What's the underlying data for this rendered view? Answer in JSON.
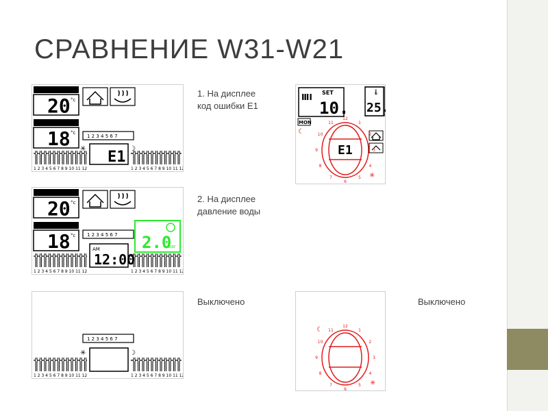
{
  "title": "СРАВНЕНИЕ W31-W21",
  "captions": {
    "c1_line1": "1. На дисплее",
    "c1_line2": "код ошибки E1",
    "c2_line1": "2. На дисплее",
    "c2_line2": "давление воды",
    "c3": "Выключено",
    "c4": "Выключено"
  },
  "w31_display_1": {
    "heating_temp": "20",
    "water_temp": "18",
    "days": "1 2 3 4 5 6 7",
    "error_code": "E1",
    "hour_numbers": "1 2 3 4 5 6 7 8 9 10 11 12"
  },
  "w31_display_2": {
    "heating_temp": "20",
    "water_temp": "18",
    "days": "1 2 3 4 5 6 7",
    "pressure": "2.0",
    "pressure_unit": "bar",
    "am": "AM",
    "clock": "12:00",
    "hour_numbers": "1 2 3 4 5 6 7 8 9 10 11 12"
  },
  "w31_display_3": {
    "days": "1 2 3 4 5 6 7",
    "hour_numbers": "1 2 3 4 5 6 7 8 9 10 11 12"
  },
  "w21_display_1": {
    "set_label": "SET",
    "set_temp": "10.",
    "room_temp": "25.",
    "day": "MON",
    "error_code": "E1"
  },
  "dial_numbers": [
    "12",
    "1",
    "2",
    "3",
    "4",
    "5",
    "6",
    "7",
    "8",
    "9",
    "10",
    "11"
  ],
  "colors": {
    "lcd_on": "#000000",
    "lcd_green": "#2ee82e",
    "dial_red": "#e21b1b"
  }
}
